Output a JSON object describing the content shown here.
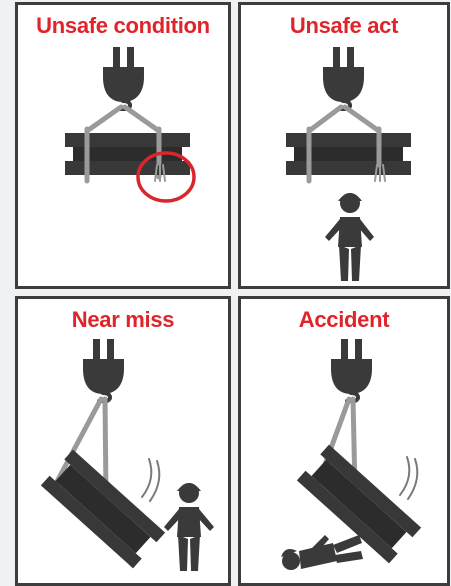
{
  "colors": {
    "title": "#e0242b",
    "figure": "#3a3a3a",
    "beam": "#383838",
    "strap": "#9a9a9a",
    "highlight": "#d9262c",
    "border": "#3d3d3d"
  },
  "panels": [
    {
      "title": "Unsafe condition",
      "scene": "damaged-sling-circled"
    },
    {
      "title": "Unsafe act",
      "scene": "worker-under-load"
    },
    {
      "title": "Near miss",
      "scene": "load-falls-beside-worker"
    },
    {
      "title": "Accident",
      "scene": "load-falls-on-worker"
    }
  ]
}
